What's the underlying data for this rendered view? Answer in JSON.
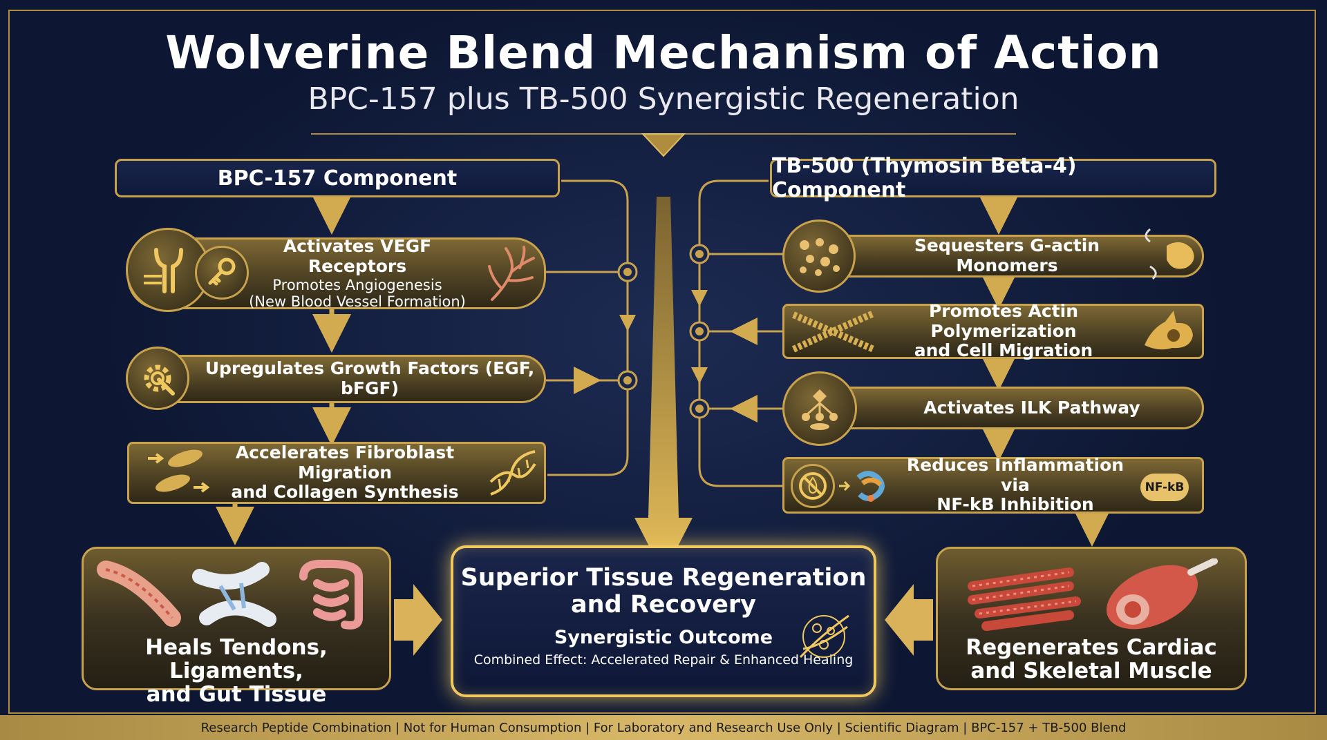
{
  "title": "Wolverine Blend Mechanism of Action",
  "subtitle": "BPC-157 plus TB-500 Synergistic Regeneration",
  "left": {
    "header": "BPC-157 Component",
    "steps": [
      {
        "title": "Activates VEGF Receptors",
        "line2": "Promotes Angiogenesis",
        "line3": "(New Blood Vessel Formation)"
      },
      {
        "title": "Upregulates Growth Factors (EGF, bFGF)"
      },
      {
        "title": "Accelerates Fibroblast Migration",
        "line2": "and Collagen Synthesis"
      }
    ],
    "outcome": {
      "line1": "Heals Tendons, Ligaments,",
      "line2": "and Gut Tissue"
    }
  },
  "right": {
    "header": "TB-500 (Thymosin Beta-4) Component",
    "steps": [
      {
        "title": "Sequesters G-actin Monomers"
      },
      {
        "title": "Promotes Actin Polymerization",
        "line2": "and Cell Migration"
      },
      {
        "title": "Activates ILK Pathway"
      },
      {
        "title": "Reduces Inflammation via",
        "line2": "NF-kB Inhibition",
        "badge": "NF-kB"
      }
    ],
    "outcome": {
      "line1": "Regenerates Cardiac",
      "line2": "and Skeletal Muscle"
    }
  },
  "center": {
    "title1": "Superior Tissue Regeneration",
    "title2": "and Recovery",
    "subtitle": "Synergistic Outcome",
    "detail": "Combined Effect: Accelerated Repair & Enhanced Healing"
  },
  "footer": "Research Peptide Combination | Not for Human Consumption | For Laboratory and Research Use Only | Scientific Diagram | BPC-157 + TB-500 Blend",
  "colors": {
    "background": "#0d1733",
    "gold": "#c9a24e",
    "bright_gold": "#f0c860"
  },
  "icons": [
    "receptor-key-icon",
    "blood-vessel-icon",
    "gear-wrench-icon",
    "fibroblast-icon",
    "dna-helix-icon",
    "actin-monomers-icon",
    "actin-filament-icon",
    "cell-icon",
    "pathway-icon",
    "no-inflammation-icon",
    "protein-icon",
    "tendon-icon",
    "ligament-icon",
    "intestine-icon",
    "muscle-fiber-icon",
    "muscle-icon",
    "cell-network-icon"
  ]
}
